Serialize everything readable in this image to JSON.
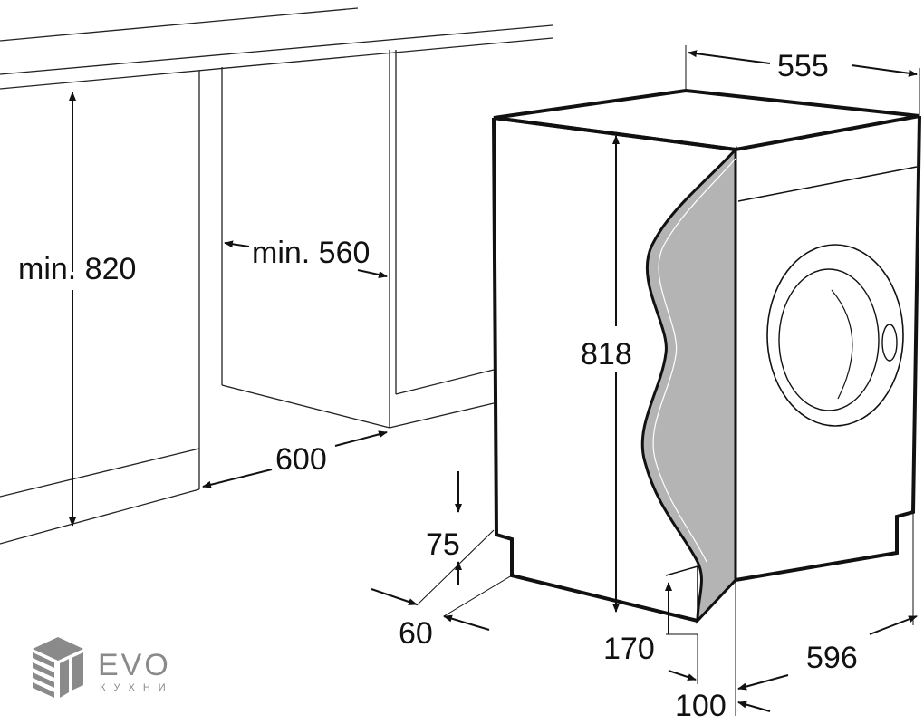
{
  "dimensions": {
    "width_top": "555",
    "min_height_niche": "min. 820",
    "min_width_niche": "min. 560",
    "machine_height": "818",
    "niche_depth": "600",
    "plinth_height": "75",
    "plinth_depth": "60",
    "door_offset": "170",
    "machine_width": "596",
    "door_gap": "100"
  },
  "logo": {
    "brand": "EVO",
    "subtitle": "КУХНИ"
  },
  "colors": {
    "line": "#111111",
    "panel": "#b4b4b4",
    "logo": "#8a8a8a"
  }
}
